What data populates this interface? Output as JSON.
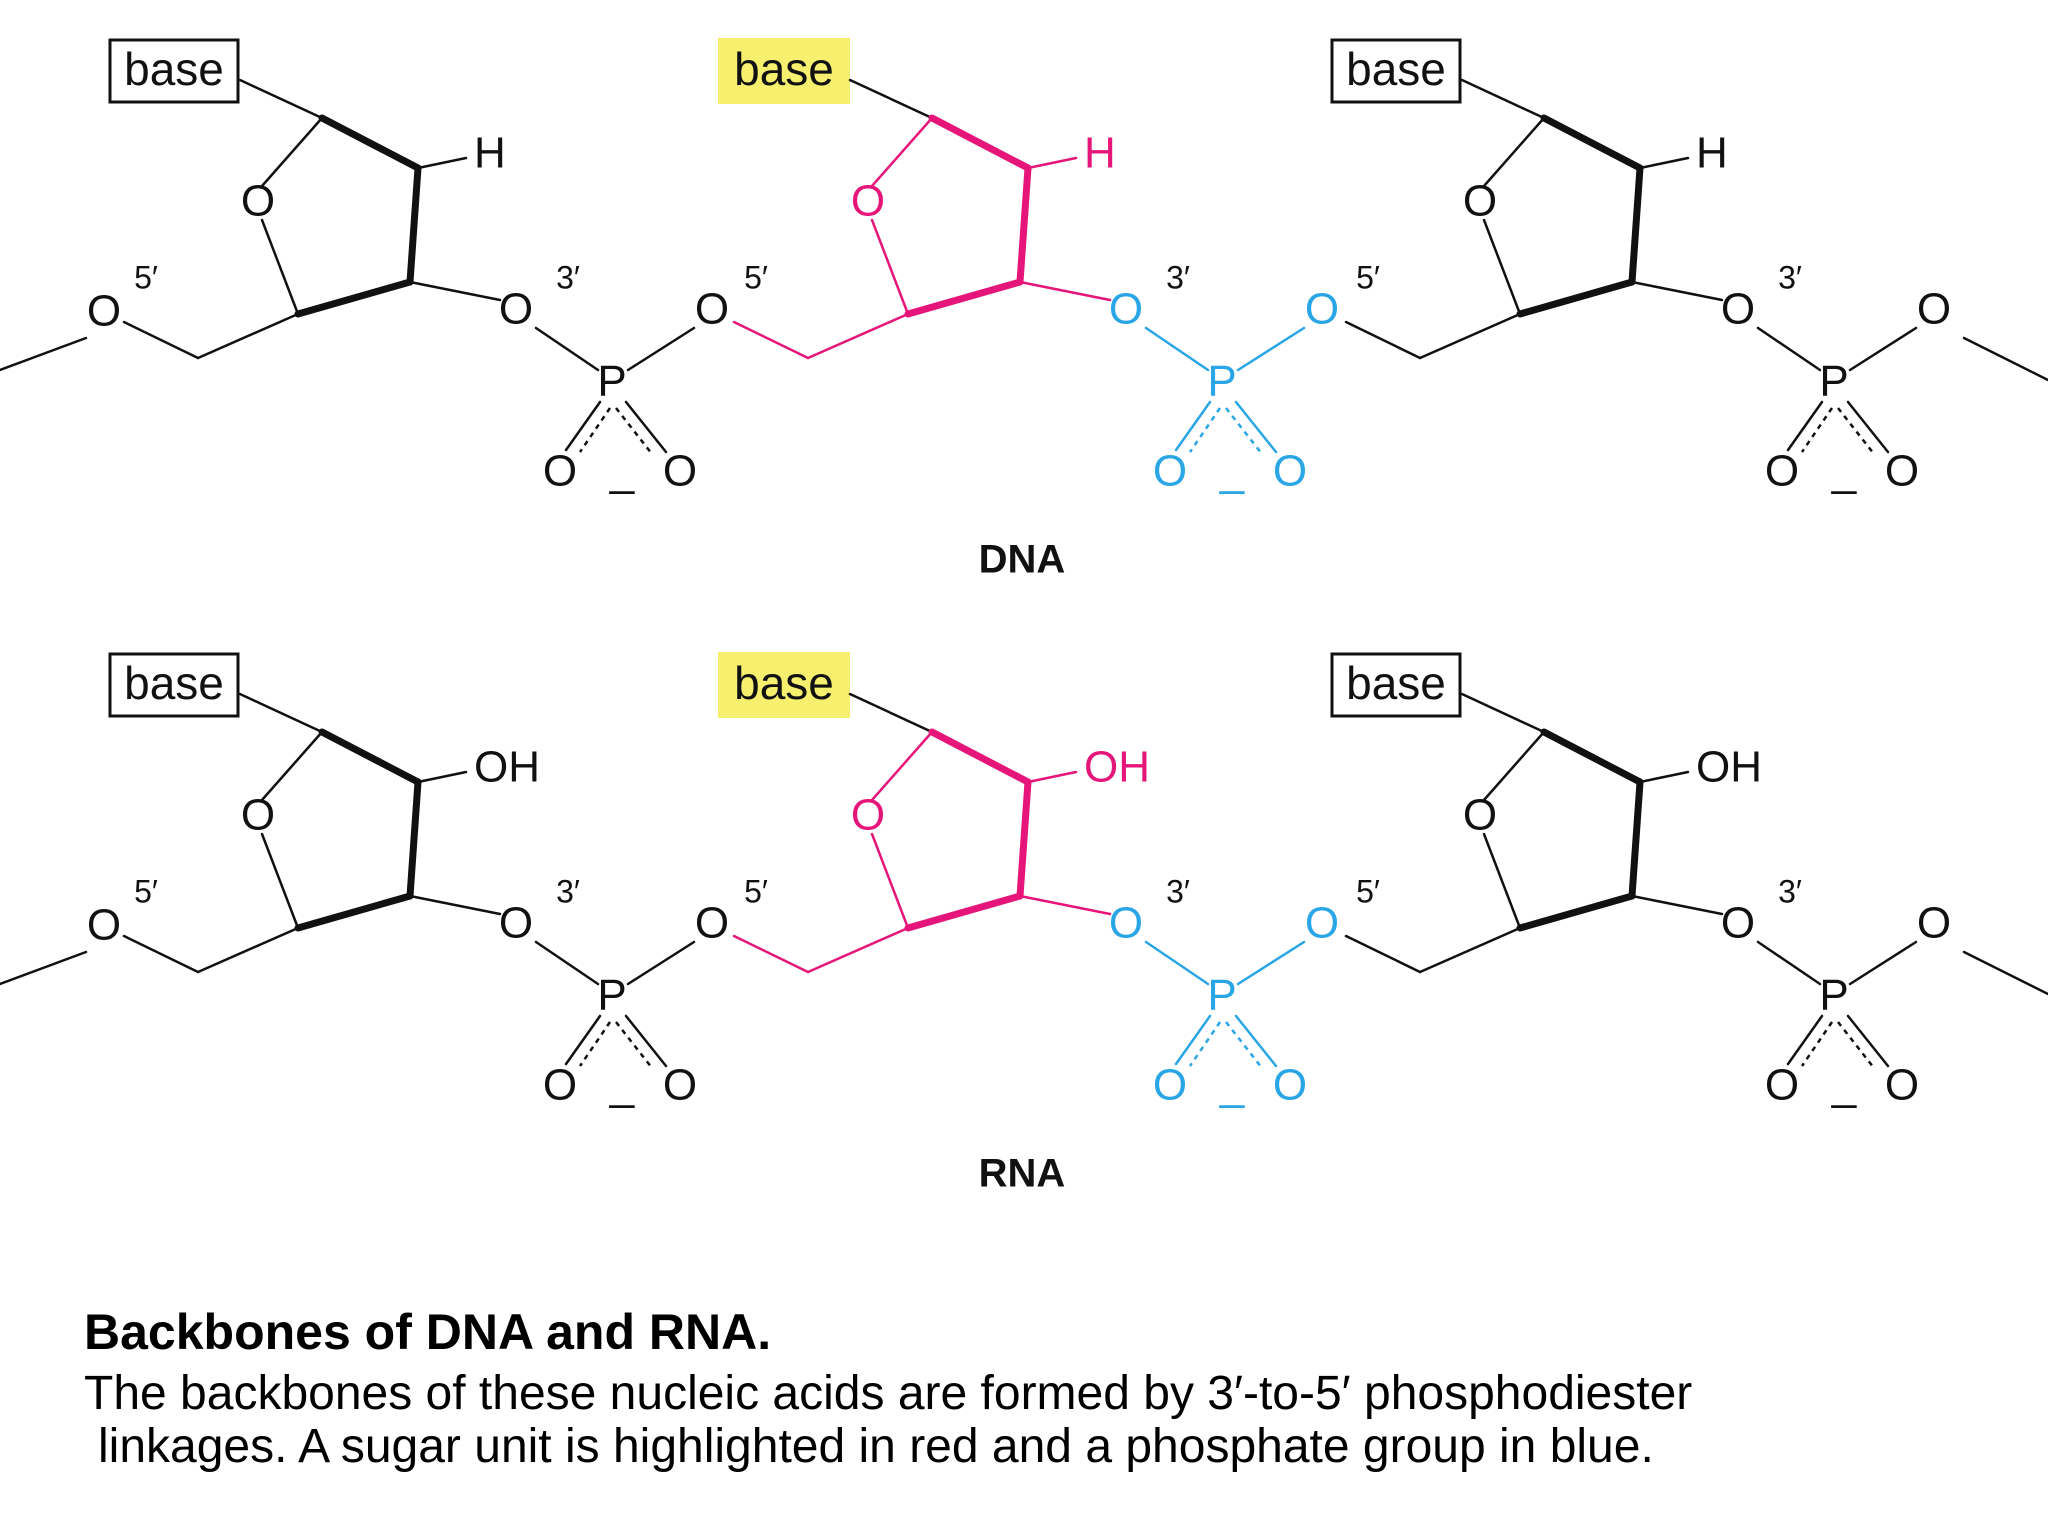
{
  "colors": {
    "black": "#111111",
    "sugar_highlight": "#e6157a",
    "phosphate_highlight": "#2aa6e6",
    "base_highlight_fill": "#f7ef6e"
  },
  "labels": {
    "base": "base",
    "H": "H",
    "OH": "OH",
    "O": "O",
    "P": "P",
    "five_prime": "5′",
    "three_prime": "3′",
    "minus": "_"
  },
  "strands": [
    {
      "name": "DNA",
      "substituent": "H"
    },
    {
      "name": "RNA",
      "substituent": "OH"
    }
  ],
  "caption": {
    "title": "Backbones of DNA and RNA.",
    "line1": "The backbones of these nucleic acids are formed by 3′-to-5′ phosphodiester",
    "line2": "linkages. A sugar unit is highlighted in red and a phosphate group in blue."
  }
}
